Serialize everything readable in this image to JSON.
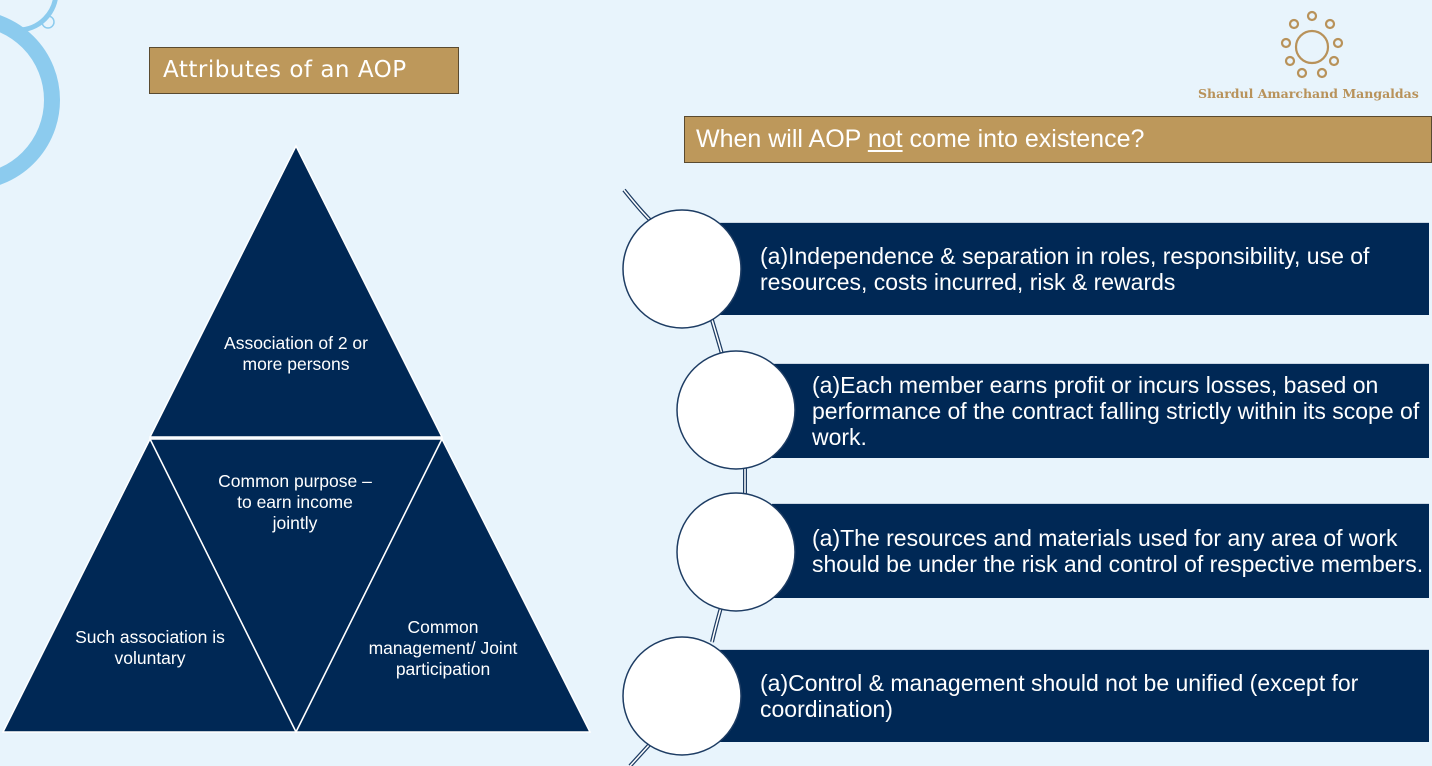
{
  "colors": {
    "background": "#e8f4fc",
    "gold": "#bd985b",
    "navy": "#002855",
    "decor_blue": "#8ccbee",
    "white": "#ffffff"
  },
  "logo": {
    "icon": "sun-dots-icon",
    "text": "Shardul Amarchand Mangaldas"
  },
  "left_panel": {
    "title": "Attributes of an AOP",
    "triangle": {
      "top": "Association of 2 or more persons",
      "center": "Common purpose – to earn income jointly",
      "bottom_left": "Such association is voluntary",
      "bottom_right": "Common management/ Joint participation"
    }
  },
  "right_panel": {
    "title_before": "When will AOP ",
    "title_emphasis": "not",
    "title_after": " come into existence?",
    "items": [
      {
        "text": "(a)Independence & separation in roles, responsibility, use of resources, costs incurred, risk & rewards"
      },
      {
        "text": "(a)Each member earns profit or incurs losses, based on performance of the contract falling strictly within its scope of work."
      },
      {
        "text": "(a)The resources and materials used for any area of work should be under the risk and control of respective members."
      },
      {
        "text": "(a)Control & management should not be unified (except for coordination)"
      }
    ]
  }
}
